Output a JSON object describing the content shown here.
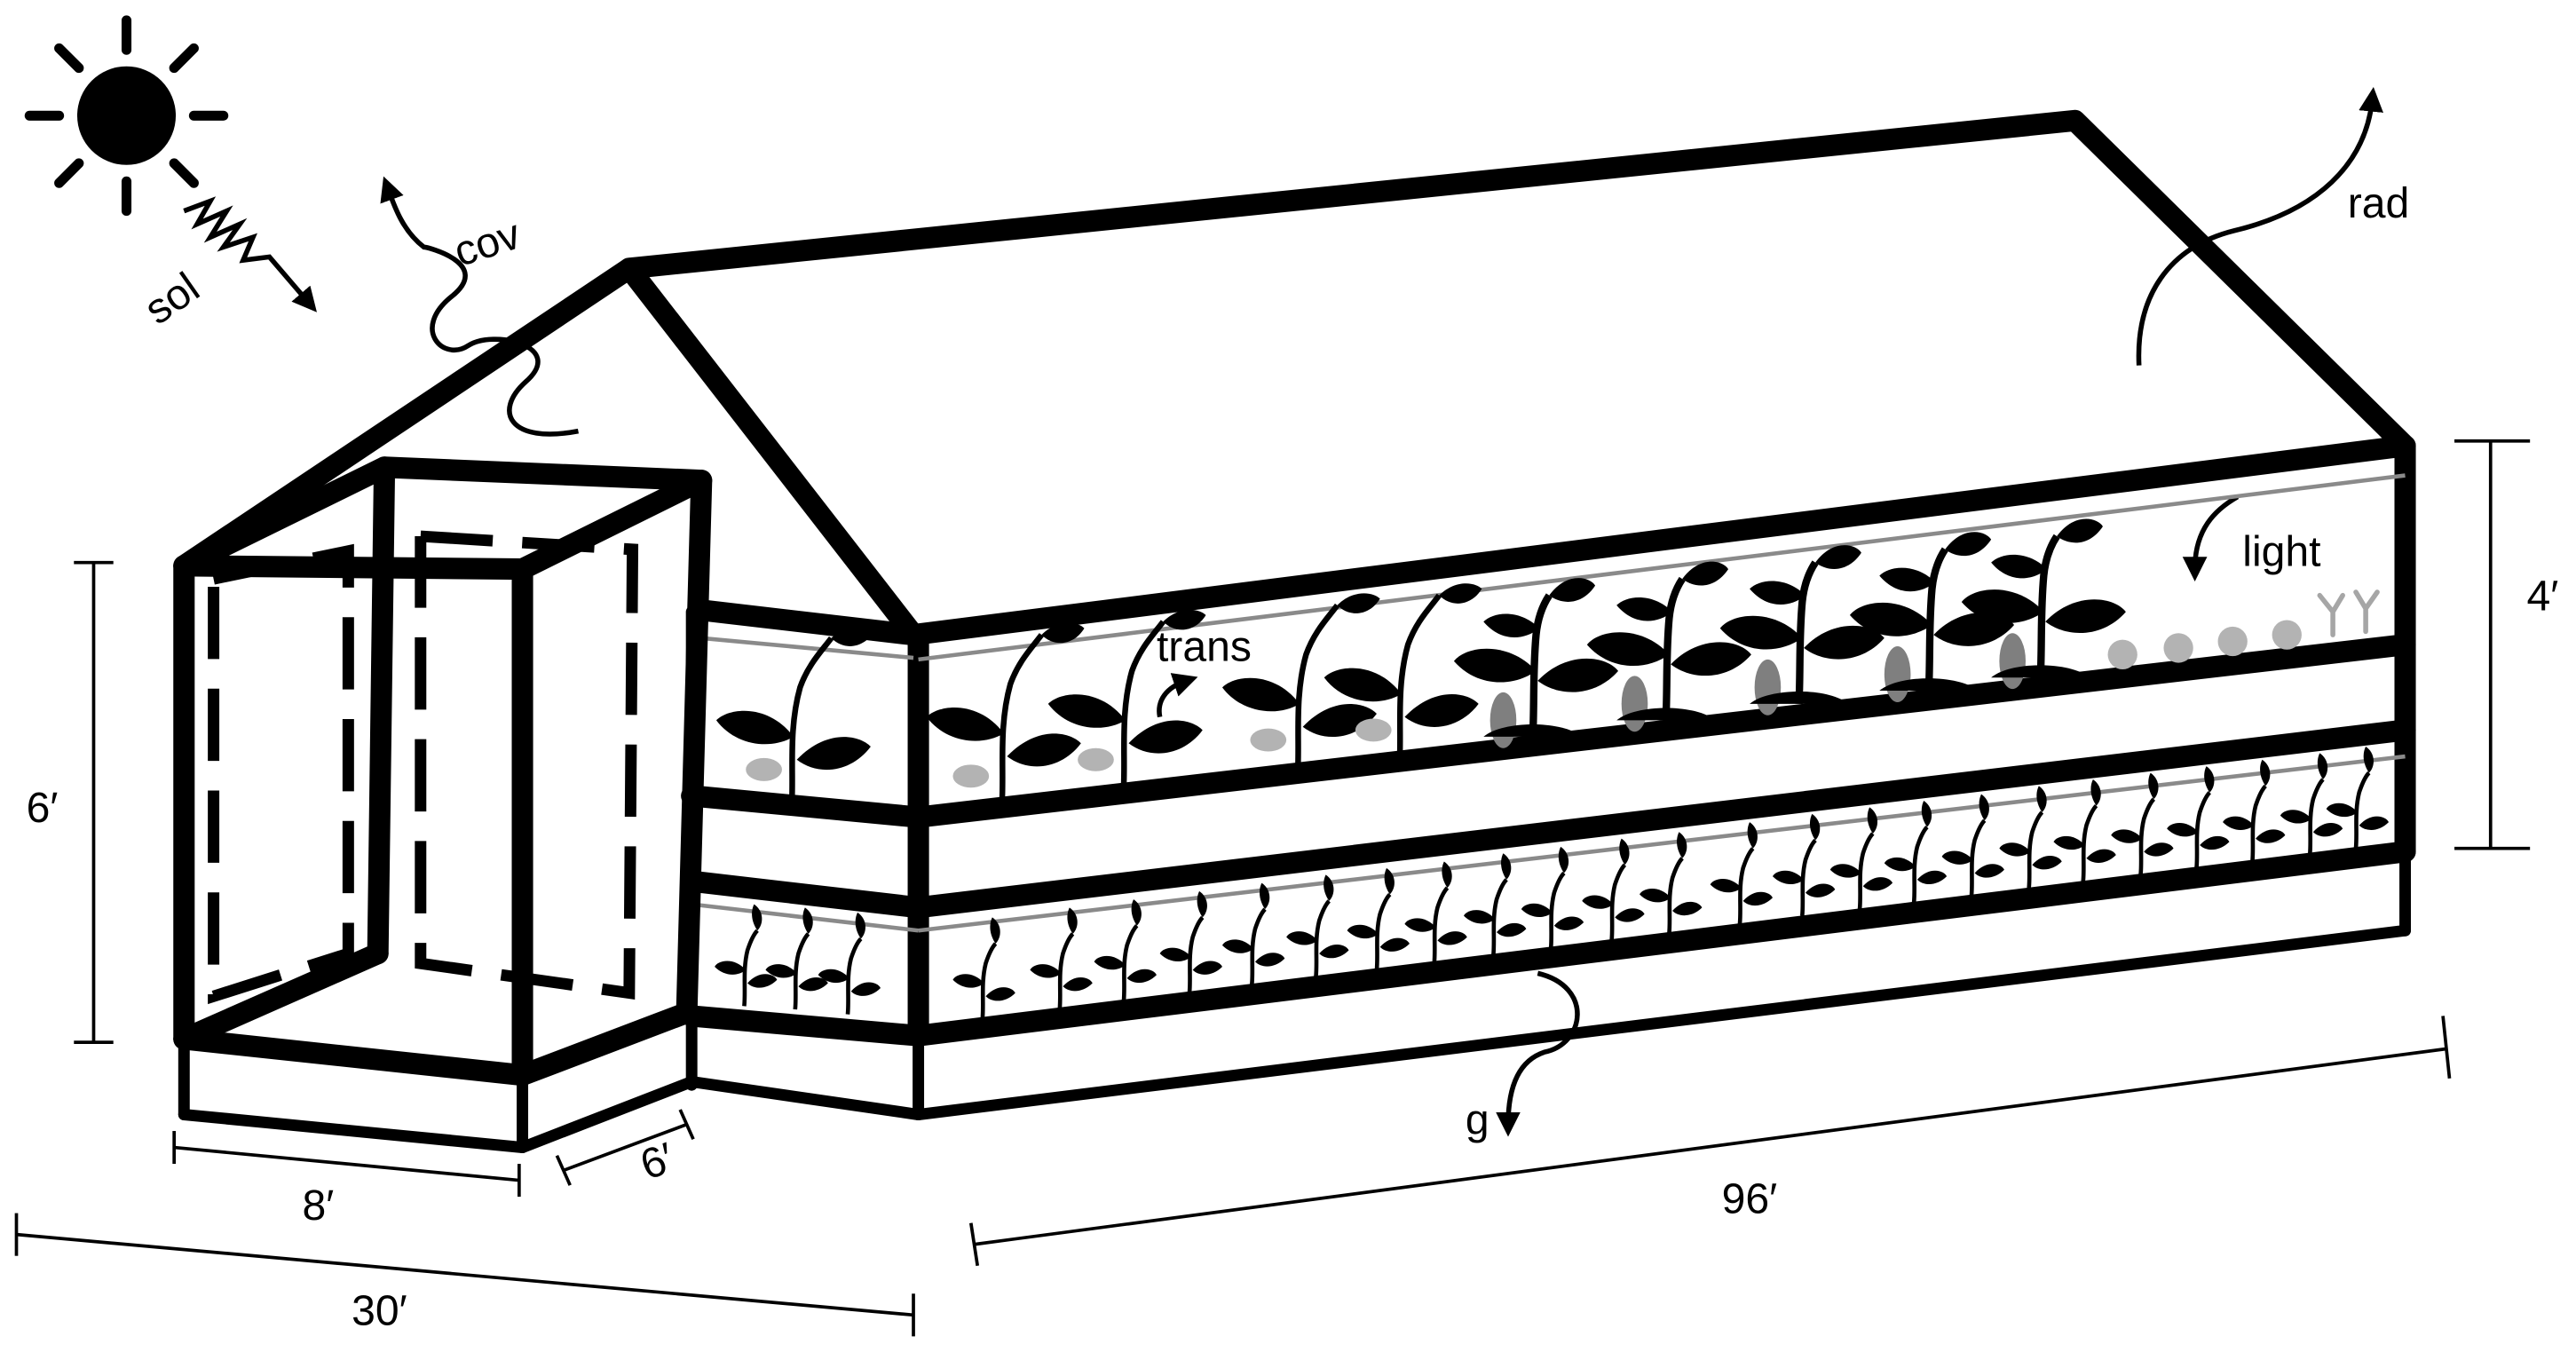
{
  "labels": {
    "sol": "sol",
    "cov": "cov",
    "rad": "rad",
    "light": "light",
    "trans": "trans",
    "g": "g"
  },
  "dimensions": {
    "vestibule_height": "6′",
    "vestibule_width": "8′",
    "vestibule_depth": "6′",
    "total_width": "30′",
    "length": "96′",
    "bench_height": "4′"
  },
  "icons": [
    "sun-icon",
    "plant-icon",
    "seedling-icon",
    "tuber-icon",
    "arrow-icon"
  ],
  "colors": {
    "line": "#000000",
    "tuber_light": "#b3b3b3",
    "tuber_dark": "#7f7f7f",
    "sprout": "#a6a6a6"
  }
}
